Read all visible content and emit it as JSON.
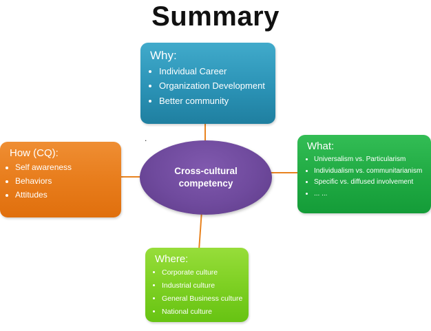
{
  "title": "Summary",
  "stray_dot": ".",
  "center": {
    "label": "Cross-cultural competency"
  },
  "boxes": {
    "why": {
      "header": "Why:",
      "items": [
        "Individual Career",
        "Organization Development",
        "Better community"
      ]
    },
    "how": {
      "header": "How (CQ):",
      "items": [
        "Self awareness",
        "Behaviors",
        "Attitudes"
      ]
    },
    "what": {
      "header": "What:",
      "items": [
        "Universalism vs. Particularism",
        "Individualism vs. communitarianism",
        "Specific vs. diffused involvement",
        "... ..."
      ]
    },
    "where": {
      "header": "Where:",
      "items": [
        "Corporate culture",
        "Industrial culture",
        "General Business culture",
        "National culture"
      ]
    }
  },
  "colors": {
    "why_top": "#41aacb",
    "why_bottom": "#1f7fa0",
    "how_top": "#ef8e33",
    "how_bottom": "#e06f0d",
    "what_top": "#33bd55",
    "what_bottom": "#149c38",
    "where_top": "#97dd3a",
    "where_bottom": "#67c313",
    "center_light": "#8059ae",
    "center_dark": "#5e3b88",
    "connector": "#e8821e",
    "title_text": "#111111"
  }
}
